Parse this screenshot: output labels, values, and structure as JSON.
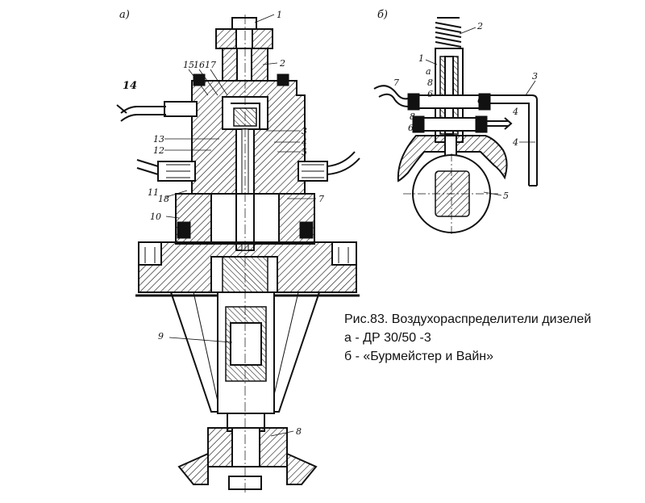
{
  "figure": {
    "section_a_label": "а)",
    "section_b_label": "б)",
    "left_labels": {
      "l1": "1",
      "l2": "2",
      "l3": "3",
      "l4": "4",
      "l5": "5",
      "l7": "7",
      "l8": "8",
      "l9": "9",
      "l10": "10",
      "l11": "11",
      "l12": "12",
      "l13": "13",
      "l14": "14",
      "l15": "15",
      "l16": "16",
      "l17": "17",
      "l18": "18"
    },
    "right_labels": {
      "r1": "1",
      "r2": "2",
      "r3": "3",
      "r4a": "4",
      "r4b": "4",
      "r5": "5",
      "r6a": "6",
      "r6b": "6",
      "r7": "7",
      "r8a": "8",
      "r8b": "8",
      "ra": "а"
    }
  },
  "caption": {
    "line1": "Рис.83. Воздухораспределители дизелей",
    "line2": "а - ДР 30/50 -3",
    "line3": "б - «Бурмейстер и Вайн»"
  }
}
